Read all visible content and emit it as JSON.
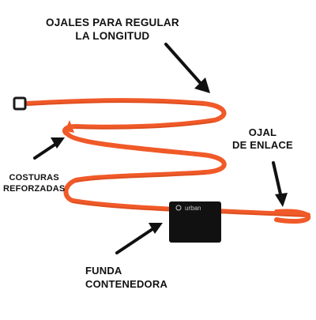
{
  "colors": {
    "strap": "#f05a28",
    "strap_shadow": "#c4431a",
    "buckle": "#1a1a1a",
    "pouch": "#111111",
    "pouch_brand": "#c9c9c9",
    "arrow": "#111111",
    "text": "#111111"
  },
  "labels": {
    "ojales": {
      "line1": "OJALES PARA REGULAR",
      "line2": "LA LONGITUD"
    },
    "ojal": {
      "line1": "OJAL",
      "line2": "DE ENLACE"
    },
    "costuras": {
      "line1": "COSTURAS",
      "line2": "REFORZADAS"
    },
    "funda": {
      "line1": "FUNDA",
      "line2": "CONTENEDORA"
    }
  },
  "pouch_brand": "urban",
  "icons": [
    "arrow-icon",
    "buckle-icon",
    "pouch-icon"
  ]
}
